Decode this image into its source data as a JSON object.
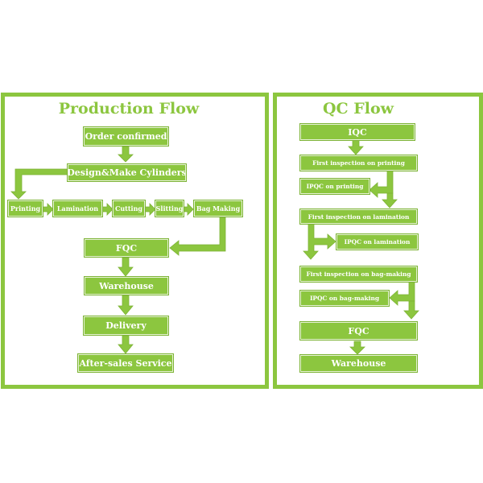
{
  "production": {
    "title": "Production Flow",
    "order_confirmed": "Order confirmed",
    "design_make_cylinders": "Design&Make Cylinders",
    "printing": "Printing",
    "lamination": "Lamination",
    "cutting": "Cutting",
    "slitting": "Slitting",
    "bag_making": "Bag Making",
    "fqc": "FQC",
    "warehouse": "Warehouse",
    "delivery": "Delivery",
    "after_sales": "After-sales Service"
  },
  "qc": {
    "title": "QC Flow",
    "iqc": "IQC",
    "first_inspection_printing": "First inspection on printing",
    "ipqc_printing": "IPQC on printing",
    "first_inspection_lamination": "First inspection on lamination",
    "ipqc_lamination": "IPQC on lamination",
    "first_inspection_bag_making": "First inspection on bag-making",
    "ipqc_bag_making": "IPQC on bag-making",
    "fqc": "FQC",
    "warehouse": "Warehouse"
  },
  "colors": {
    "accent": "#8cc63f",
    "text_on_box": "#ffffff"
  }
}
